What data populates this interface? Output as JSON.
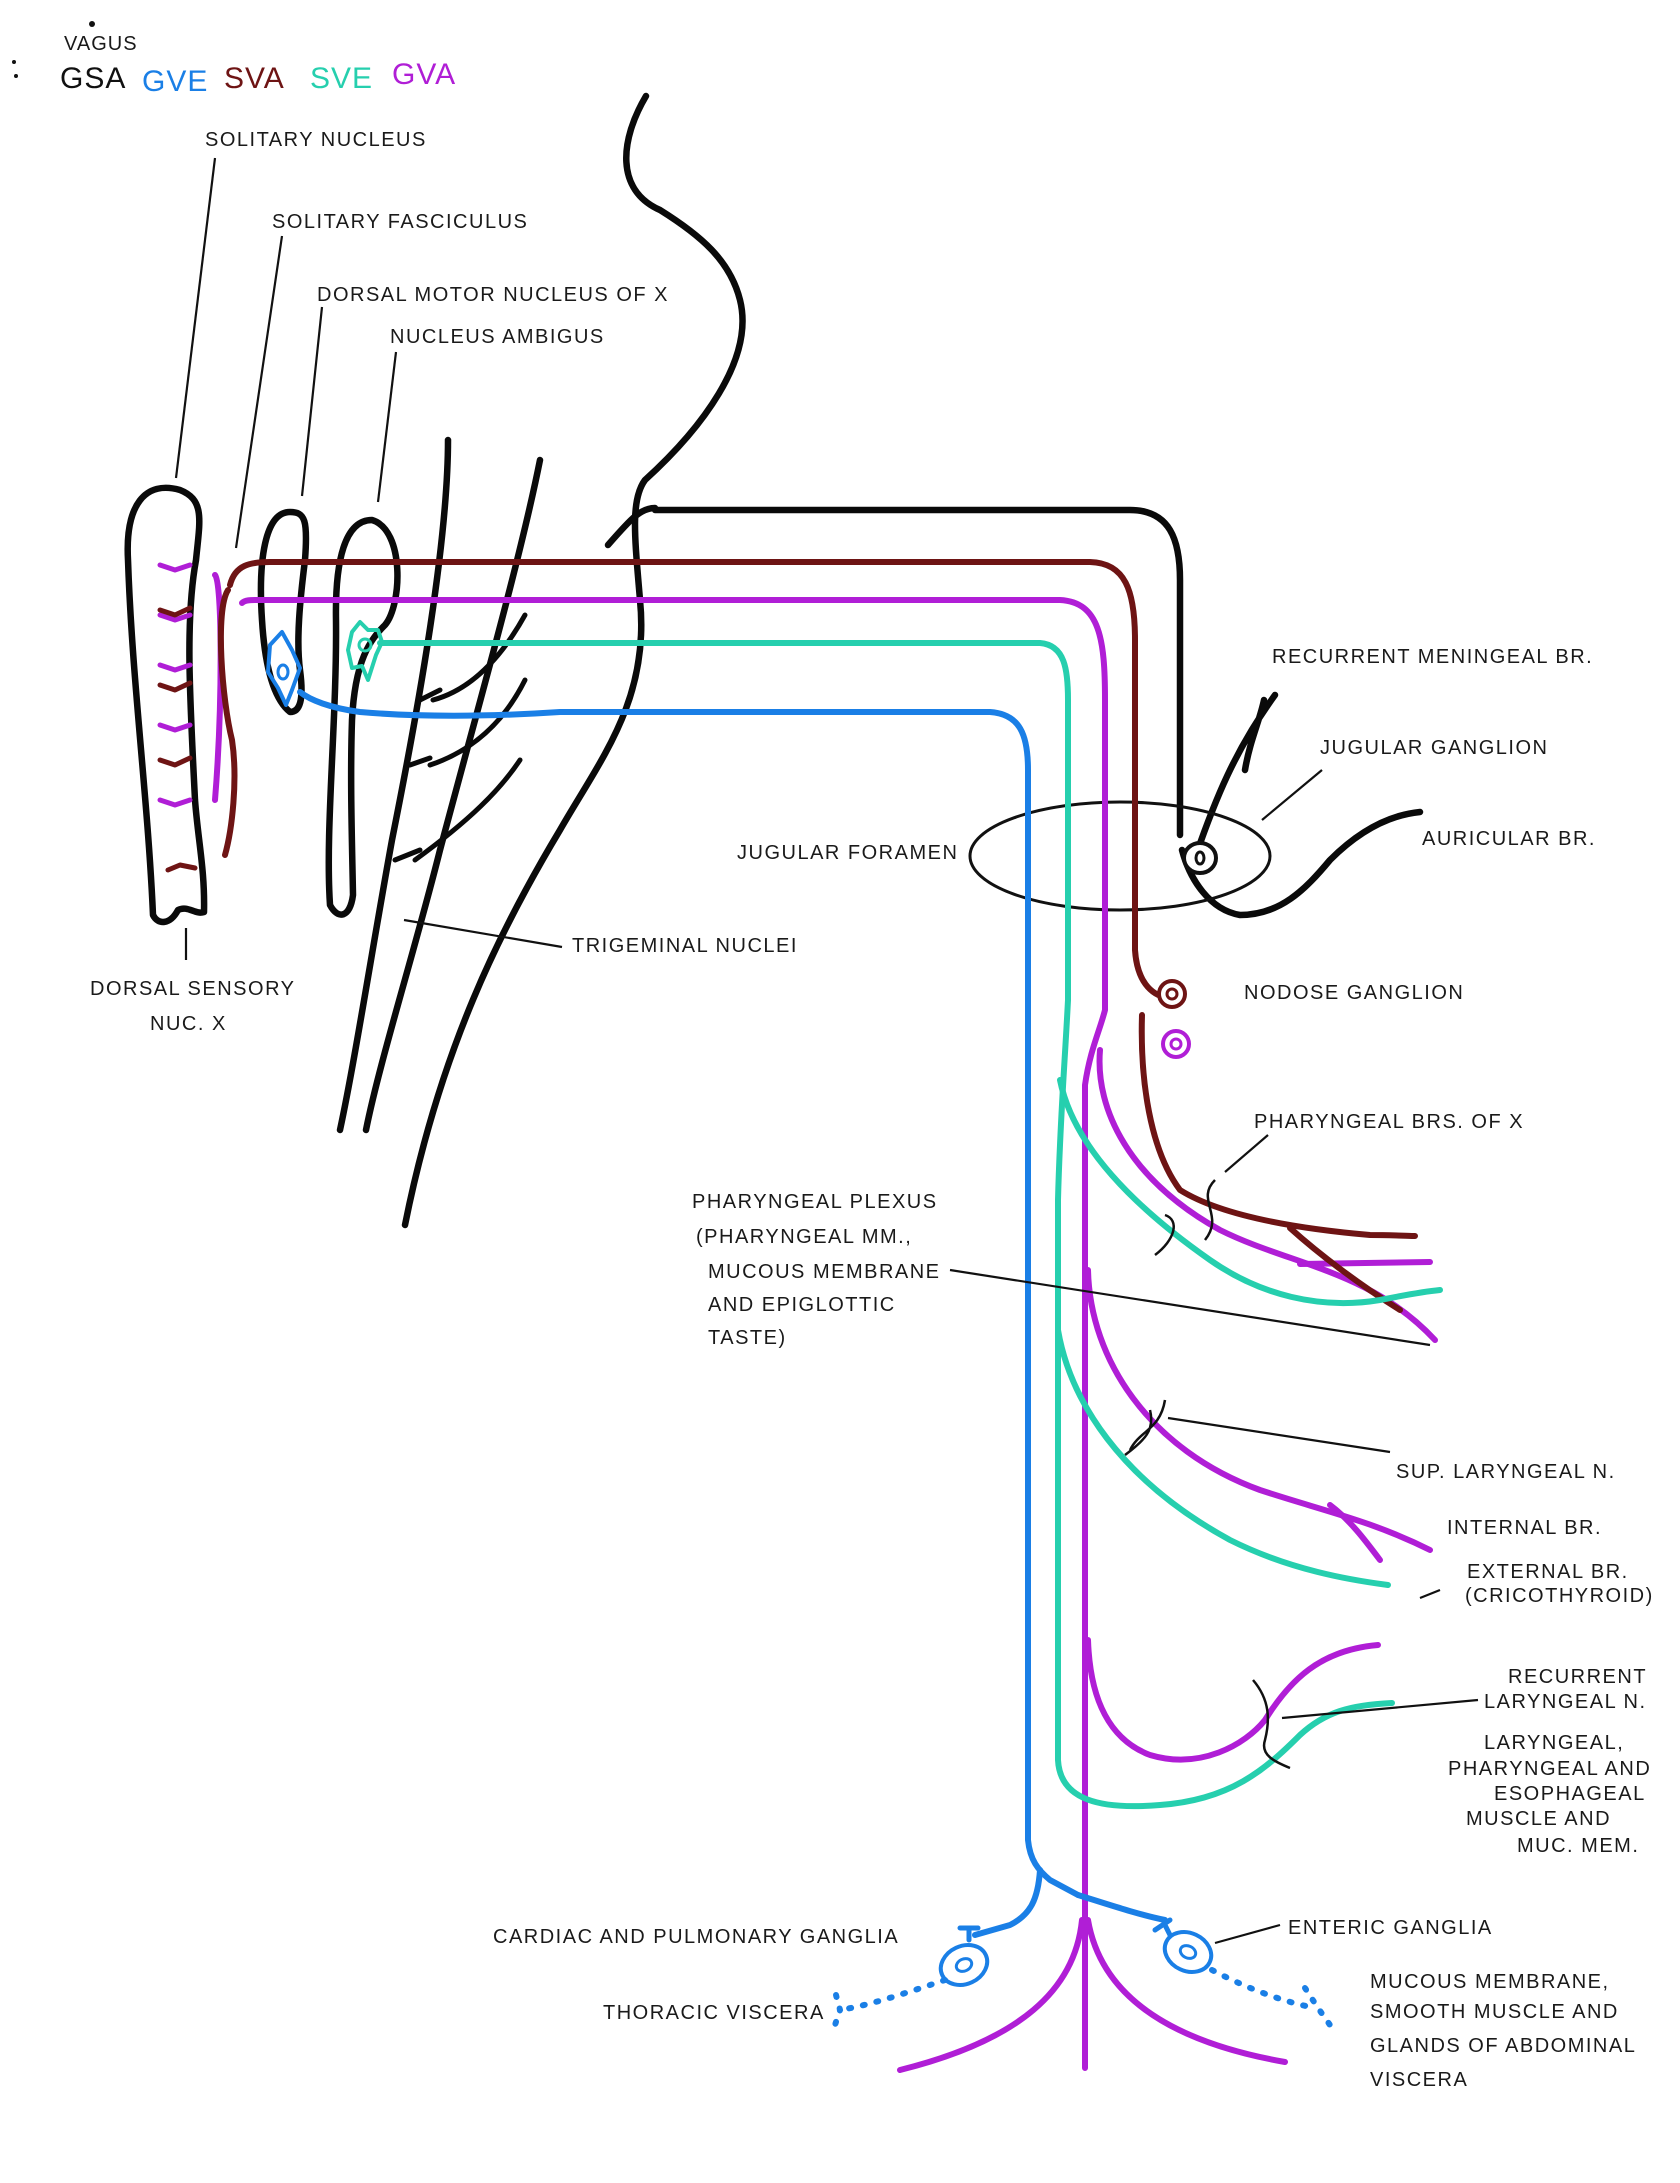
{
  "title": "VAGUS",
  "colors": {
    "GSA": "#111111",
    "GVE": "#1a7fe6",
    "SVA": "#6e1414",
    "SVE": "#26cfae",
    "GVA": "#b01ed6"
  },
  "legend": [
    {
      "code": "GSA",
      "color": "#111111"
    },
    {
      "code": "GVE",
      "color": "#1a7fe6"
    },
    {
      "code": "SVA",
      "color": "#6e1414"
    },
    {
      "code": "SVE",
      "color": "#26cfae"
    },
    {
      "code": "GVA",
      "color": "#b01ed6"
    }
  ],
  "labels": {
    "solitary_nucleus": "SOLITARY NUCLEUS",
    "solitary_fasciculus": "SOLITARY FASCICULUS",
    "dorsal_motor_nucleus": "DORSAL MOTOR NUCLEUS OF X",
    "nucleus_ambigus": "NUCLEUS   AMBIGUS",
    "dorsal_sensory_1": "DORSAL SENSORY",
    "dorsal_sensory_2": "NUC. X",
    "trigeminal_nuclei": "TRIGEMINAL NUCLEI",
    "jugular_foramen": "JUGULAR FORAMEN",
    "recurrent_meningeal": "RECURRENT MENINGEAL BR.",
    "jugular_ganglion": "JUGULAR GANGLION",
    "auricular": "AURICULAR BR.",
    "nodose_ganglion": "NODOSE GANGLION",
    "pharyngeal_brs": "PHARYNGEAL BRS. OF X",
    "pharyngeal_plexus_1": "PHARYNGEAL PLEXUS",
    "pharyngeal_plexus_2": "(PHARYNGEAL MM.,",
    "pharyngeal_plexus_3": "MUCOUS MEMBRANE",
    "pharyngeal_plexus_4": "AND EPIGLOTTIC",
    "pharyngeal_plexus_5": "TASTE)",
    "sup_laryngeal": "SUP. LARYNGEAL N.",
    "internal_br": "INTERNAL BR.",
    "external_br_1": "EXTERNAL BR.",
    "external_br_2": "(CRICOTHYROID)",
    "recurrent_laryngeal_1": "RECURRENT",
    "recurrent_laryngeal_2": "LARYNGEAL N.",
    "laryngeal_targets_1": "LARYNGEAL,",
    "laryngeal_targets_2": "PHARYNGEAL AND",
    "laryngeal_targets_3": "ESOPHAGEAL",
    "laryngeal_targets_4": "MUSCLE   AND",
    "laryngeal_targets_5": "MUC. MEM.",
    "cardiac_pulmonary": "CARDIAC AND PULMONARY GANGLIA",
    "thoracic_viscera": "THORACIC VISCERA",
    "enteric_ganglia": "ENTERIC GANGLIA",
    "abdominal_1": "MUCOUS MEMBRANE,",
    "abdominal_2": "SMOOTH MUSCLE   AND",
    "abdominal_3": "GLANDS OF ABDOMINAL",
    "abdominal_4": "VISCERA"
  }
}
